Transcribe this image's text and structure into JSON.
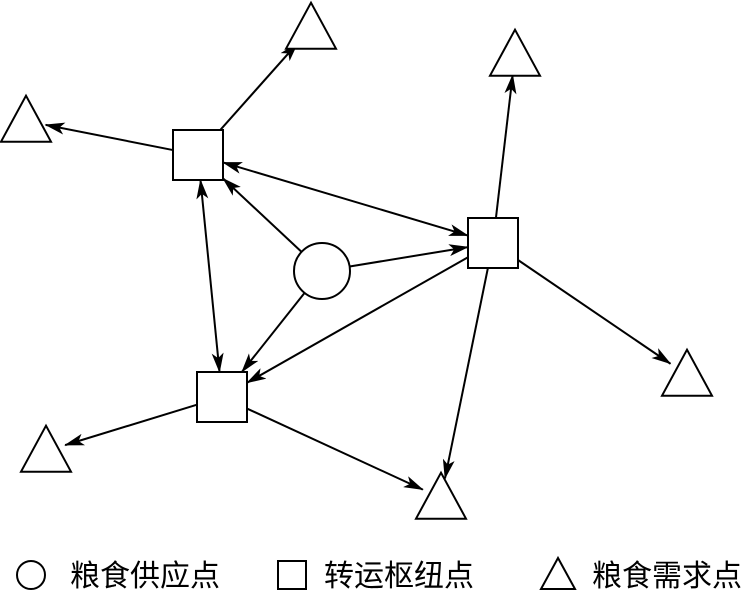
{
  "legend": {
    "supply": "粮食供应点",
    "hub": "转运枢纽点",
    "demand": "粮食需求点"
  },
  "colors": {
    "stroke": "#000000",
    "fill": "#ffffff"
  },
  "network": {
    "nodes": [
      {
        "id": "S",
        "kind": "supply"
      },
      {
        "id": "H1",
        "kind": "hub"
      },
      {
        "id": "H2",
        "kind": "hub"
      },
      {
        "id": "H3",
        "kind": "hub"
      },
      {
        "id": "D1",
        "kind": "demand"
      },
      {
        "id": "D2",
        "kind": "demand"
      },
      {
        "id": "D3",
        "kind": "demand"
      },
      {
        "id": "D4",
        "kind": "demand"
      },
      {
        "id": "D5",
        "kind": "demand"
      },
      {
        "id": "D6",
        "kind": "demand"
      }
    ],
    "edges": [
      {
        "from": "S",
        "to": "H1",
        "direction": "forward"
      },
      {
        "from": "S",
        "to": "H2",
        "direction": "forward"
      },
      {
        "from": "S",
        "to": "H3",
        "direction": "forward"
      },
      {
        "from": "H1",
        "to": "H2",
        "direction": "both"
      },
      {
        "from": "H1",
        "to": "H3",
        "direction": "both"
      },
      {
        "from": "H2",
        "to": "H3",
        "direction": "forward"
      },
      {
        "from": "H1",
        "to": "D1",
        "direction": "forward"
      },
      {
        "from": "H1",
        "to": "D2",
        "direction": "forward"
      },
      {
        "from": "H2",
        "to": "D3",
        "direction": "forward"
      },
      {
        "from": "H2",
        "to": "D4",
        "direction": "forward"
      },
      {
        "from": "H2",
        "to": "D5",
        "direction": "forward"
      },
      {
        "from": "H3",
        "to": "D5",
        "direction": "forward"
      },
      {
        "from": "H3",
        "to": "D6",
        "direction": "forward"
      }
    ]
  }
}
